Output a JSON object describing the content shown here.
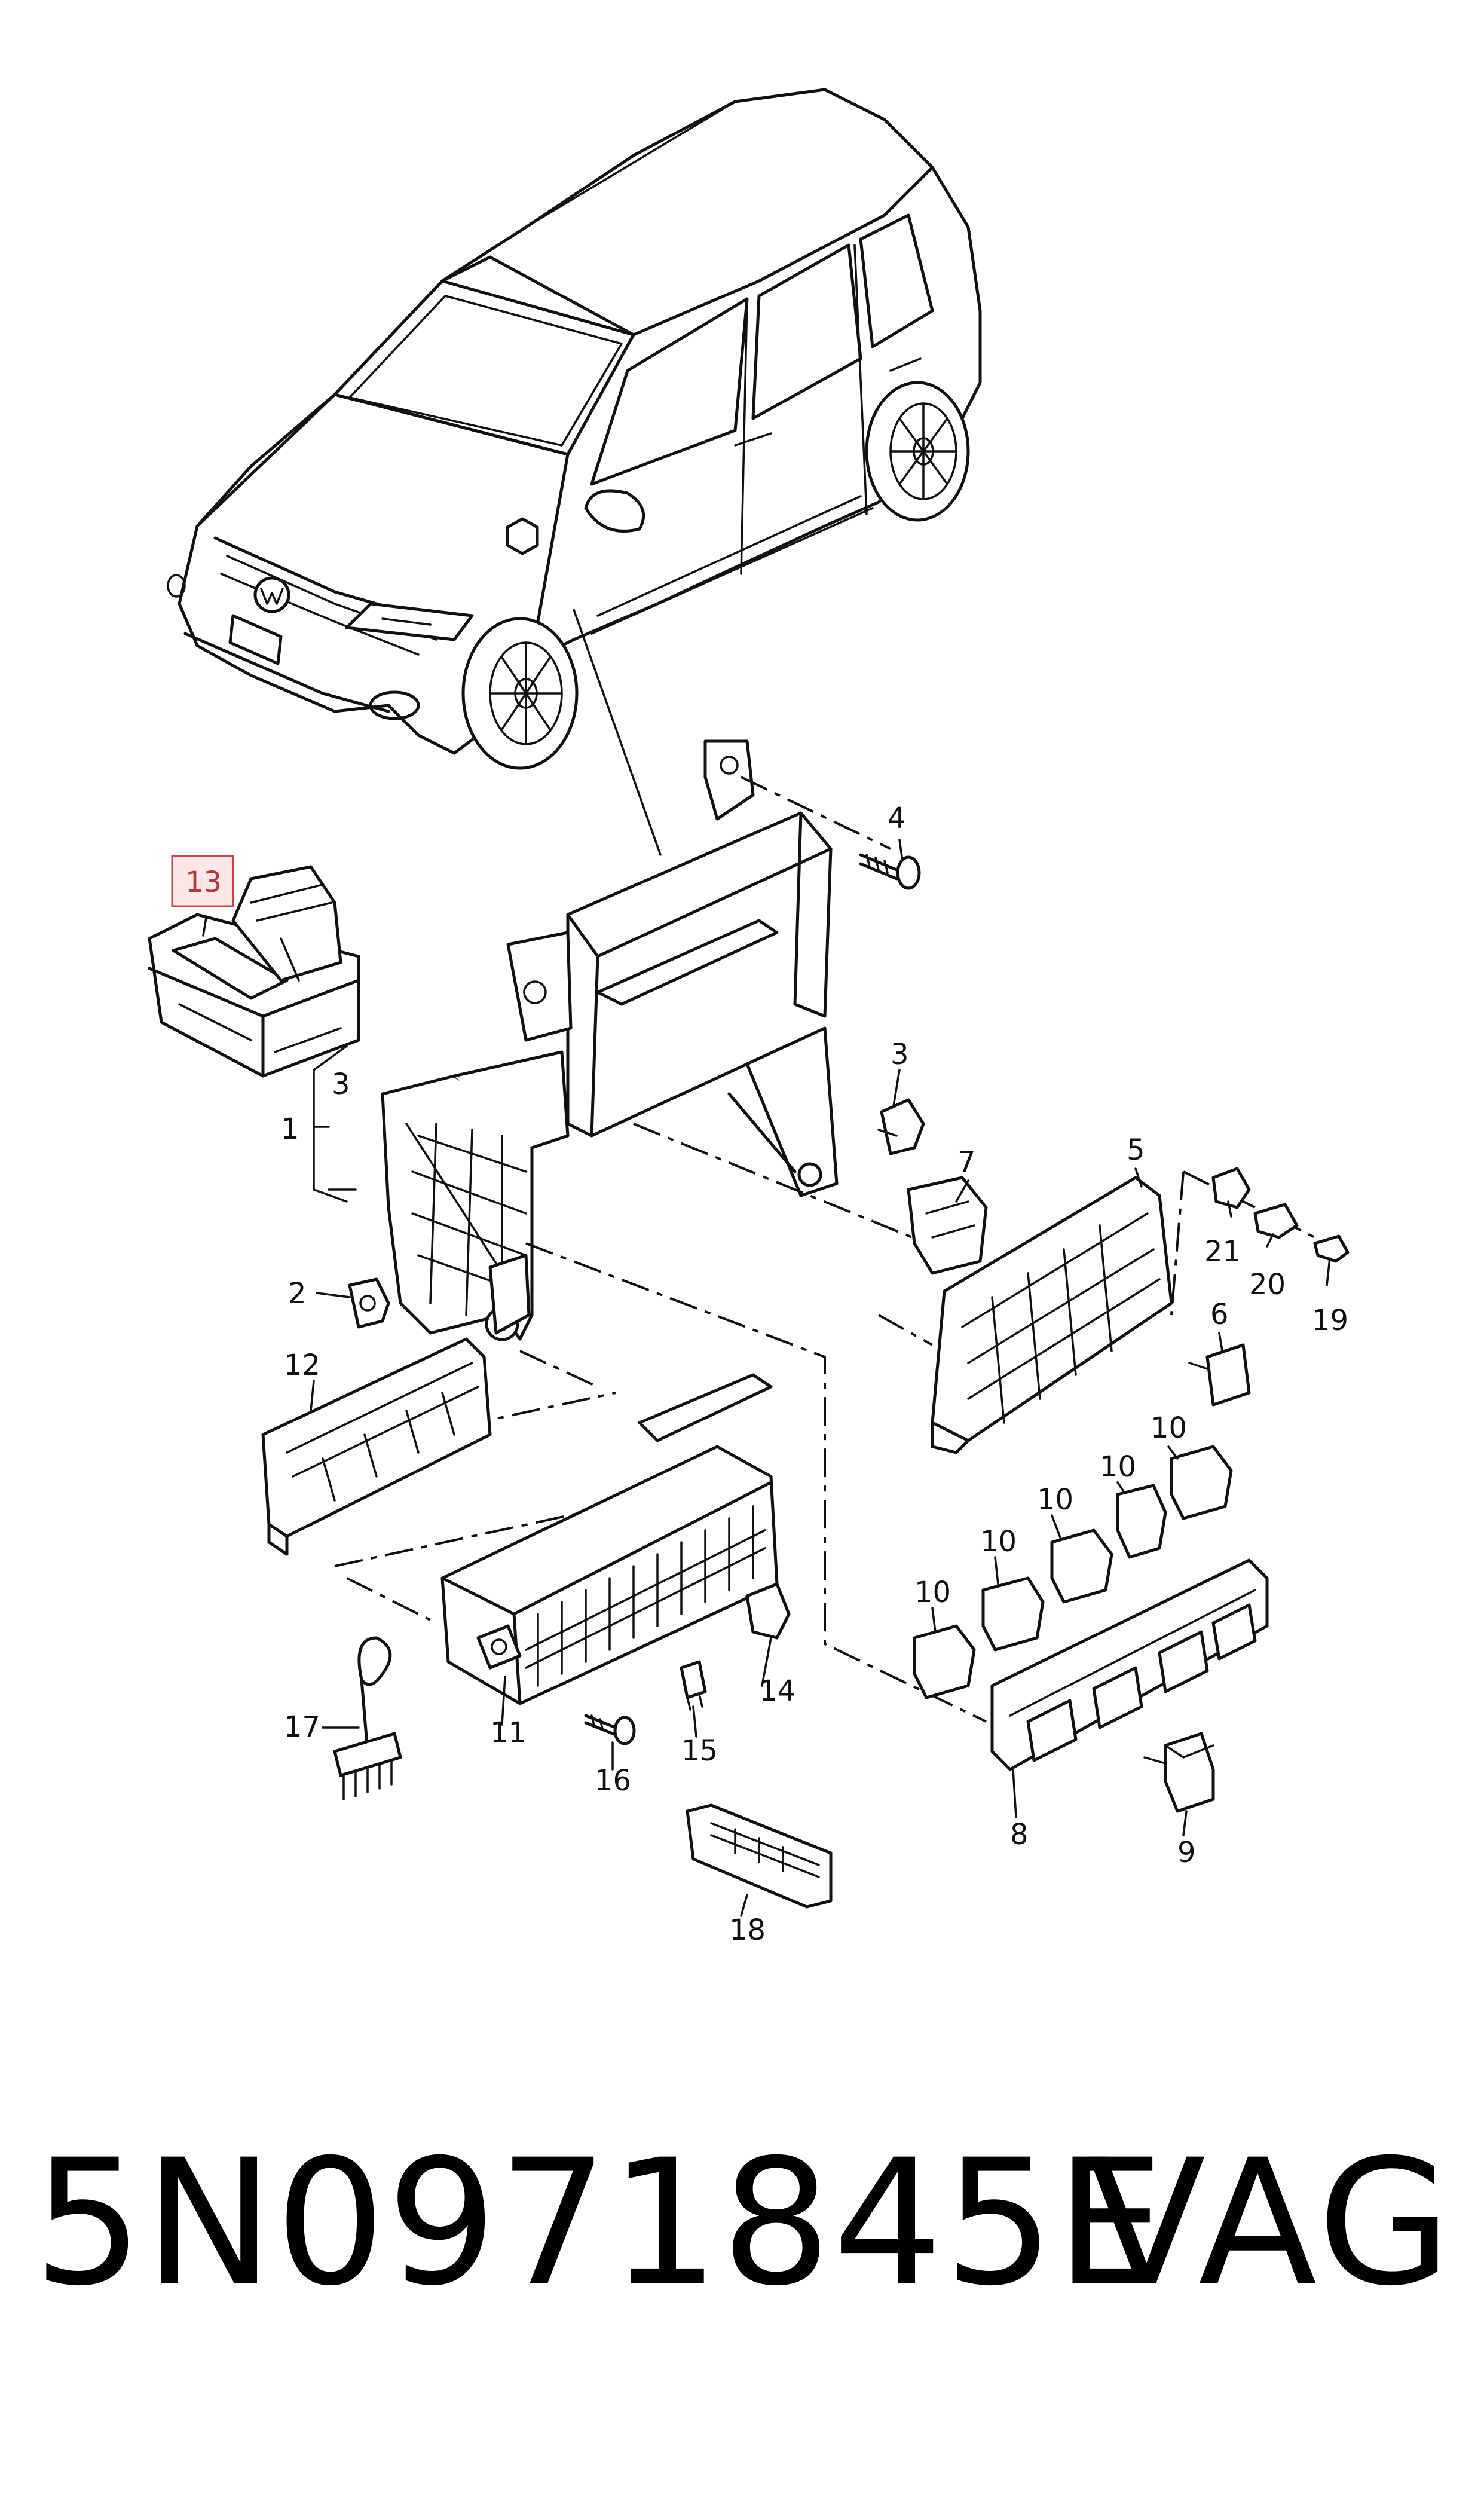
{
  "callouts": {
    "c1": "1",
    "c2": "2",
    "c3a": "3",
    "c3b": "3",
    "c4": "4",
    "c5": "5",
    "c6": "6",
    "c7": "7",
    "c8": "8",
    "c9": "9",
    "c10a": "10",
    "c10b": "10",
    "c10c": "10",
    "c10d": "10",
    "c10e": "10",
    "c11": "11",
    "c12": "12",
    "c13": "13",
    "c14": "14",
    "c15": "15",
    "c16": "16",
    "c17": "17",
    "c18": "18",
    "c19": "19",
    "c20": "20",
    "c21": "21"
  },
  "highlighted_callout": "13",
  "highlight_color": "#b03a3a",
  "footer": {
    "part_number": "5N0971845E",
    "manufacturer": "VAG"
  }
}
